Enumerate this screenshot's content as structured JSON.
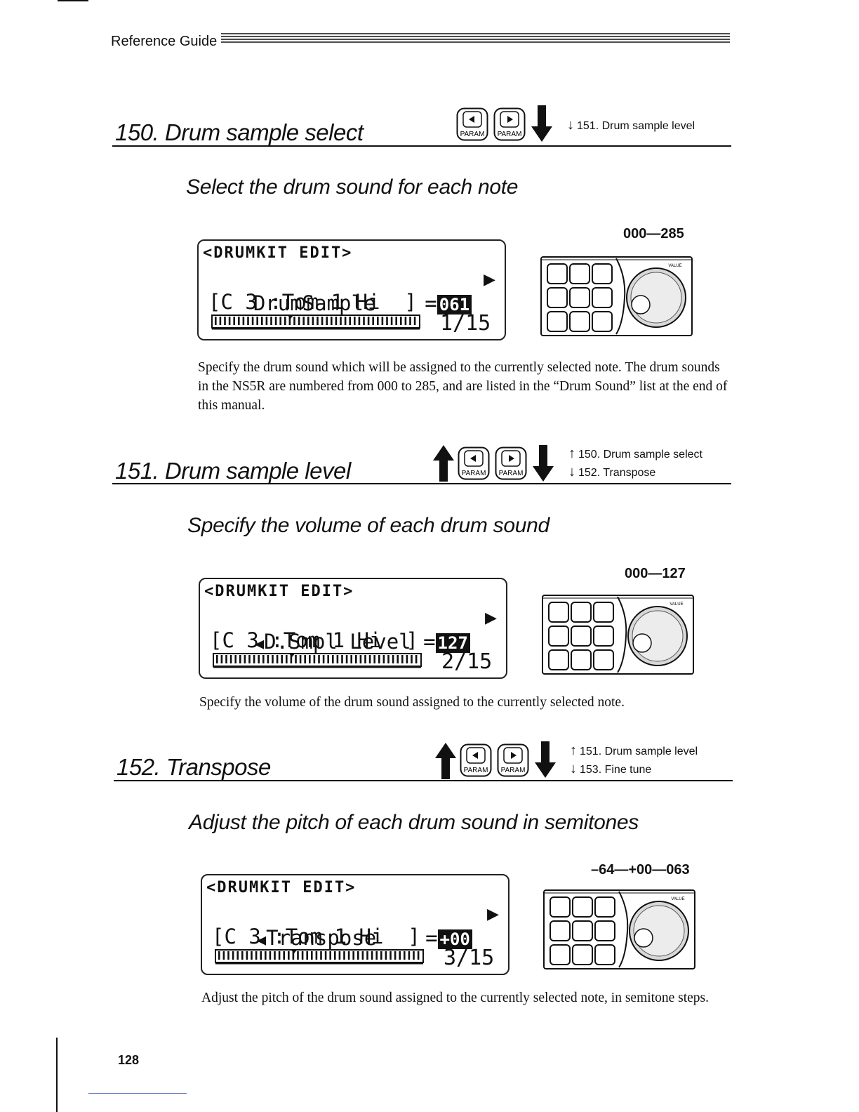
{
  "header": {
    "label": "Reference Guide"
  },
  "icons": {
    "param_key": "PARAM",
    "value_knob": "VALUE"
  },
  "sections": [
    {
      "title": "150. Drum sample select",
      "nav_down": "151. Drum sample level",
      "subtitle": "Select the drum sound for each note",
      "range": "000—285",
      "lcd": {
        "line1": "<DRUMKIT EDIT>",
        "line2_label": "DrumSample    =",
        "line2_value": "061",
        "line3": "[C 3 :Tom 1 Hi  ]",
        "page": "1/15"
      },
      "body": "Specify the drum sound which will be assigned to the currently selected note. The drum sounds in the NS5R are numbered from 000 to 285, and are listed in the “Drum Sound” list at the end of this manual."
    },
    {
      "title": "151. Drum sample level",
      "nav_up": "150. Drum sample select",
      "nav_down": "152. Transpose",
      "subtitle": "Specify the volume of each drum sound",
      "range": "000—127",
      "lcd": {
        "line1": "<DRUMKIT EDIT>",
        "line2_label": "D.Smpl Level =",
        "line2_value": "127",
        "line3": "[C 3 :Tom 1 Hi  ]",
        "page": "2/15"
      },
      "body": "Specify the volume of the drum sound assigned to the currently selected note."
    },
    {
      "title": "152. Transpose",
      "nav_up": "151. Drum sample level",
      "nav_down": "153. Fine tune",
      "subtitle": "Adjust the pitch of each drum sound in semitones",
      "range": "–64—+00—063",
      "lcd": {
        "line1": "<DRUMKIT EDIT>",
        "line2_label": "Transpose    =",
        "line2_value": "+00",
        "line3": "[C 3 :Tom 1 Hi  ]",
        "page": "3/15"
      },
      "body": "Adjust the pitch of the drum sound assigned to the currently selected note, in semitone steps."
    }
  ],
  "footer": {
    "page_number": "128"
  }
}
